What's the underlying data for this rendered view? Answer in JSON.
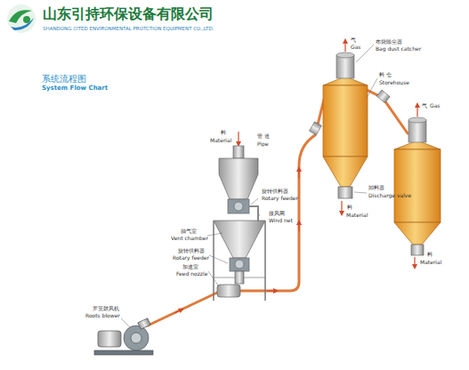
{
  "diagram": {
    "title": "系统流程图",
    "labels": [
      "山东引持环保设备有限公司",
      "SHANDONG CITED ENVIRONMENTAL PROTCTION EQUIPMENT CO.,LTD.",
      "System Flow Chart",
      "气",
      "Gas",
      "布袋除尘器",
      "Bag dust catcher",
      "料 仓",
      "Storehouse",
      "气",
      "Gas",
      "管 道",
      "Pipe",
      "料",
      "Material",
      "旋转供料器",
      "Rotary feeder",
      "接风网",
      "Wind net",
      "抽气室",
      "Vent chamber",
      "旋转供料器",
      "Rotary feeder",
      "加速室",
      "Feed nozzle",
      "罗茨鼓风机",
      "Roots blower",
      "卸料器",
      "Discharge valve",
      "料",
      "Material",
      "料",
      "Material"
    ]
  }
}
